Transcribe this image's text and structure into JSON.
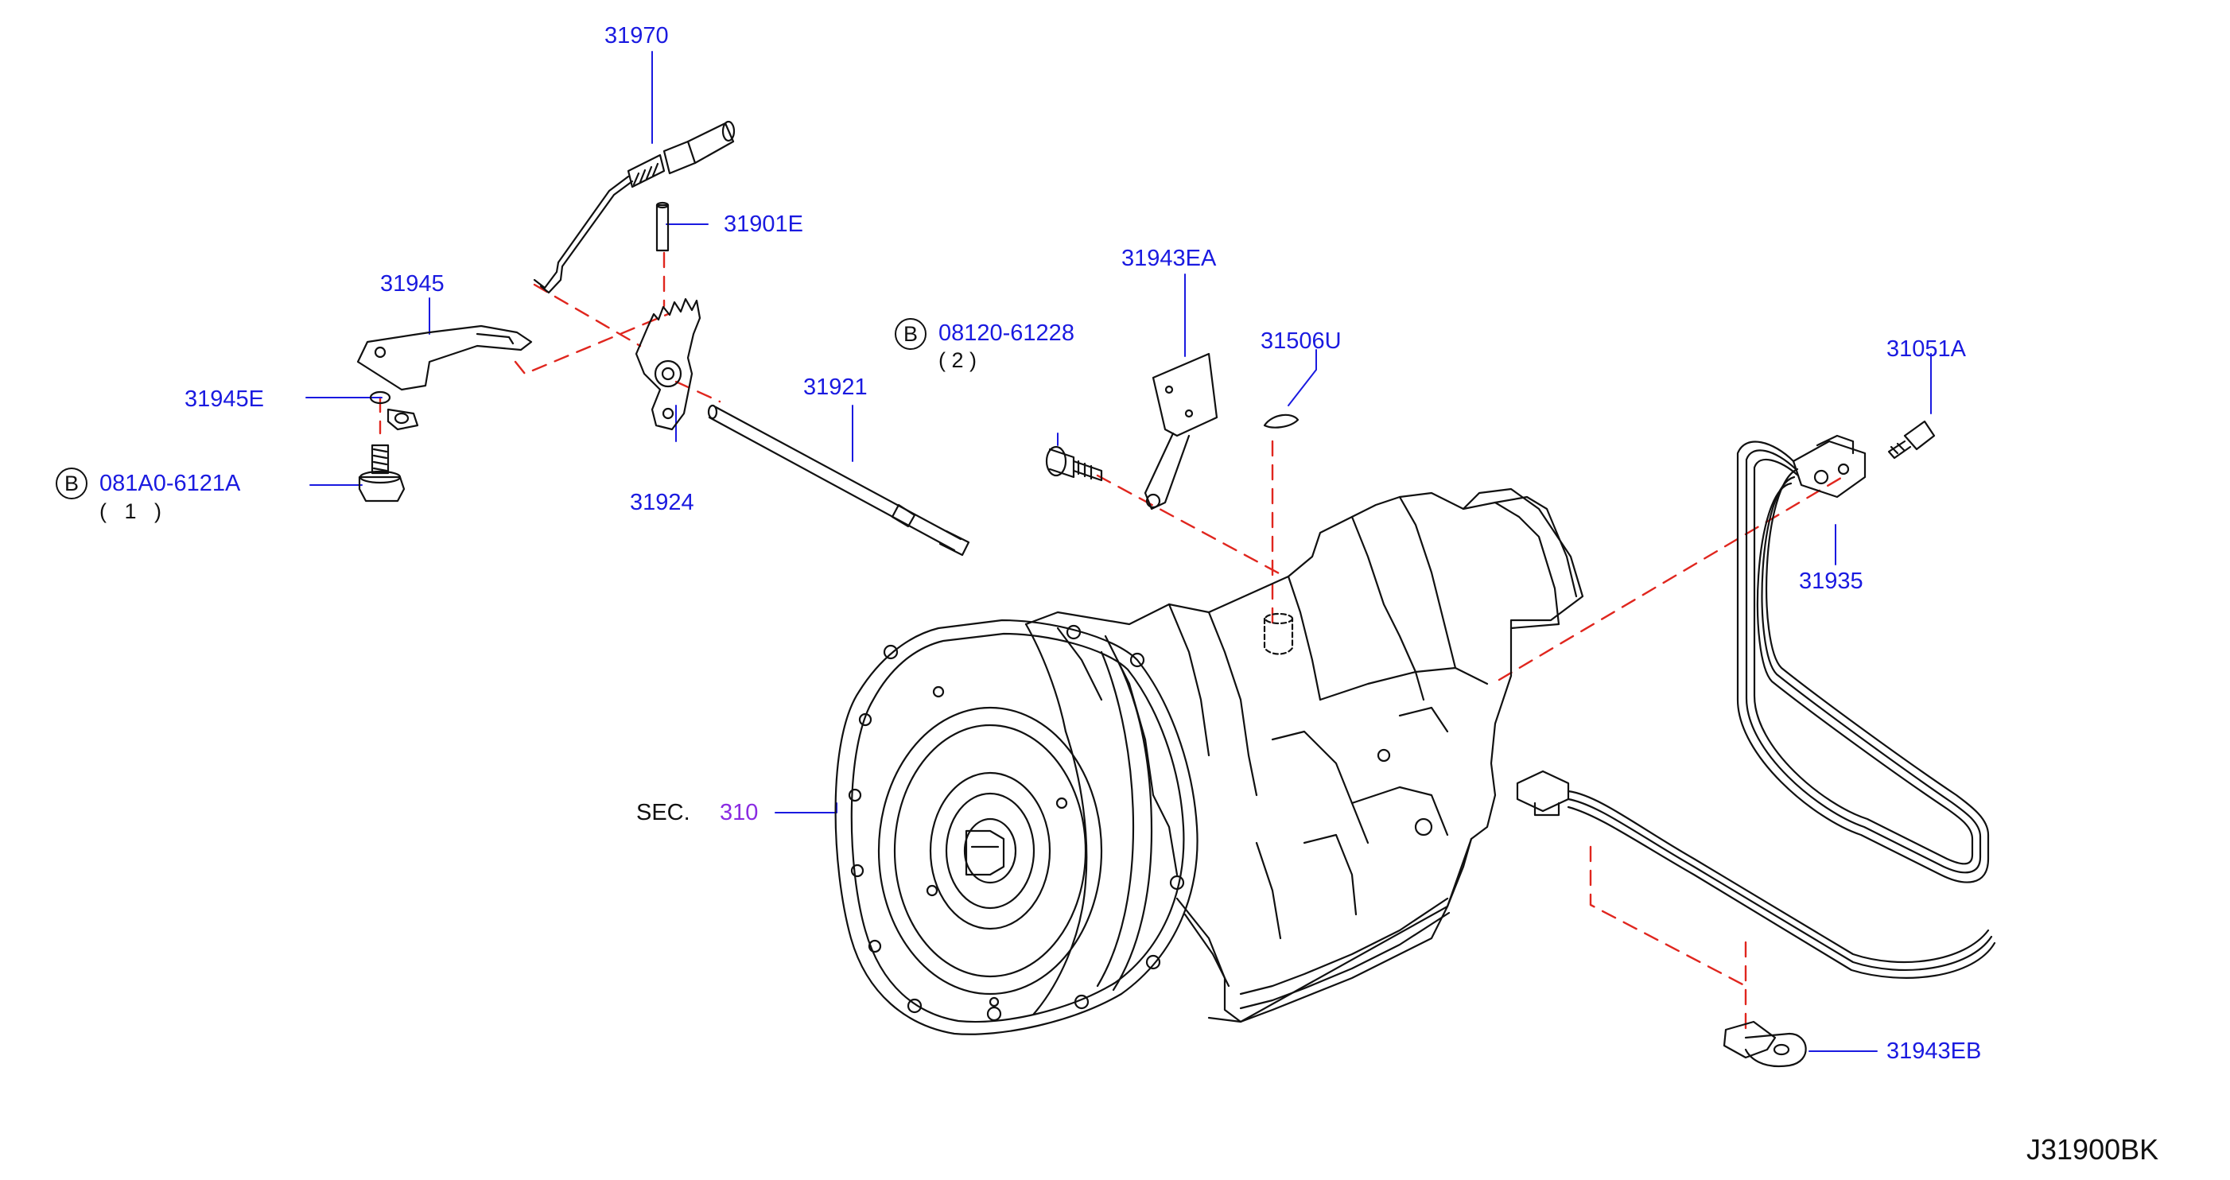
{
  "diagram": {
    "code": "J31900BK",
    "colors": {
      "label": "#1a1ae0",
      "leader": "#1a1ae0",
      "guide": "#e0261e",
      "section": "#8a2be2",
      "line": "#111111"
    },
    "labels": {
      "p31970": "31970",
      "p31901E": "31901E",
      "p31945": "31945",
      "p31945E": "31945E",
      "p081A0": "081A0-6121A",
      "p081A0_qty": "(   1   )",
      "p31924": "31924",
      "p31921": "31921",
      "p08120": "08120-61228",
      "p08120_qty": "( 2 )",
      "p31943EA": "31943EA",
      "p31506U": "31506U",
      "p31051A": "31051A",
      "p31935": "31935",
      "p31943EB": "31943EB",
      "sec_prefix": "SEC.",
      "sec_number": "310",
      "bolt_marker": "B"
    }
  }
}
